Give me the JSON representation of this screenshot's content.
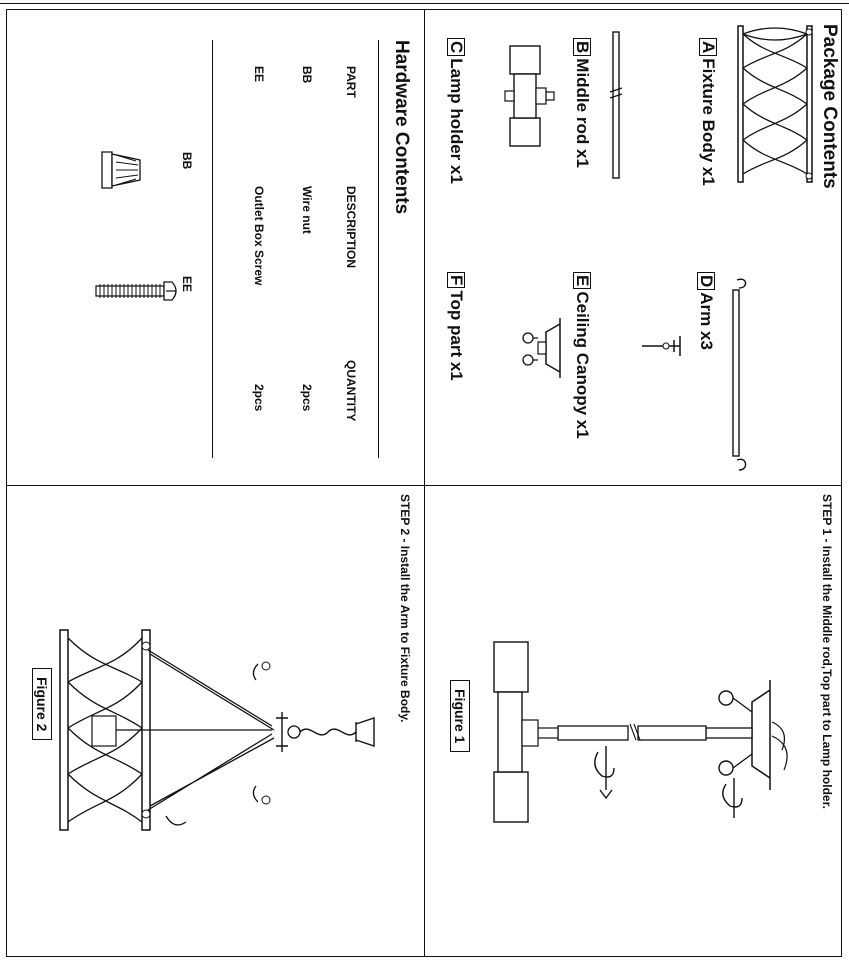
{
  "package": {
    "heading": "Package Contents",
    "items": [
      {
        "code": "A",
        "label": "Fixture Body  x1"
      },
      {
        "code": "B",
        "label": "Middle rod  x1"
      },
      {
        "code": "C",
        "label": "Lamp holder x1"
      },
      {
        "code": "D",
        "label": "Arm x3"
      },
      {
        "code": "E",
        "label": "Ceiling Canopy x1"
      },
      {
        "code": "F",
        "label": "Top part x1"
      }
    ]
  },
  "hardware": {
    "heading": "Hardware Contents",
    "columns": [
      "PART",
      "DESCRIPTION",
      "QUANTITY"
    ],
    "rows": [
      {
        "part": "BB",
        "description": "Wire nut",
        "quantity": "2pcs"
      },
      {
        "part": "EE",
        "description": "Outlet Box Screw",
        "quantity": "2pcs"
      }
    ],
    "drawing_labels": [
      "BB",
      "EE"
    ]
  },
  "steps": [
    {
      "text": "STEP 1 - Install the  Middle rod,Top part  to Lamp holder.",
      "figure": "Figure   1"
    },
    {
      "text": "STEP 2 - Install the  Arm  to Fixture Body.",
      "figure": "Figure   2"
    }
  ]
}
